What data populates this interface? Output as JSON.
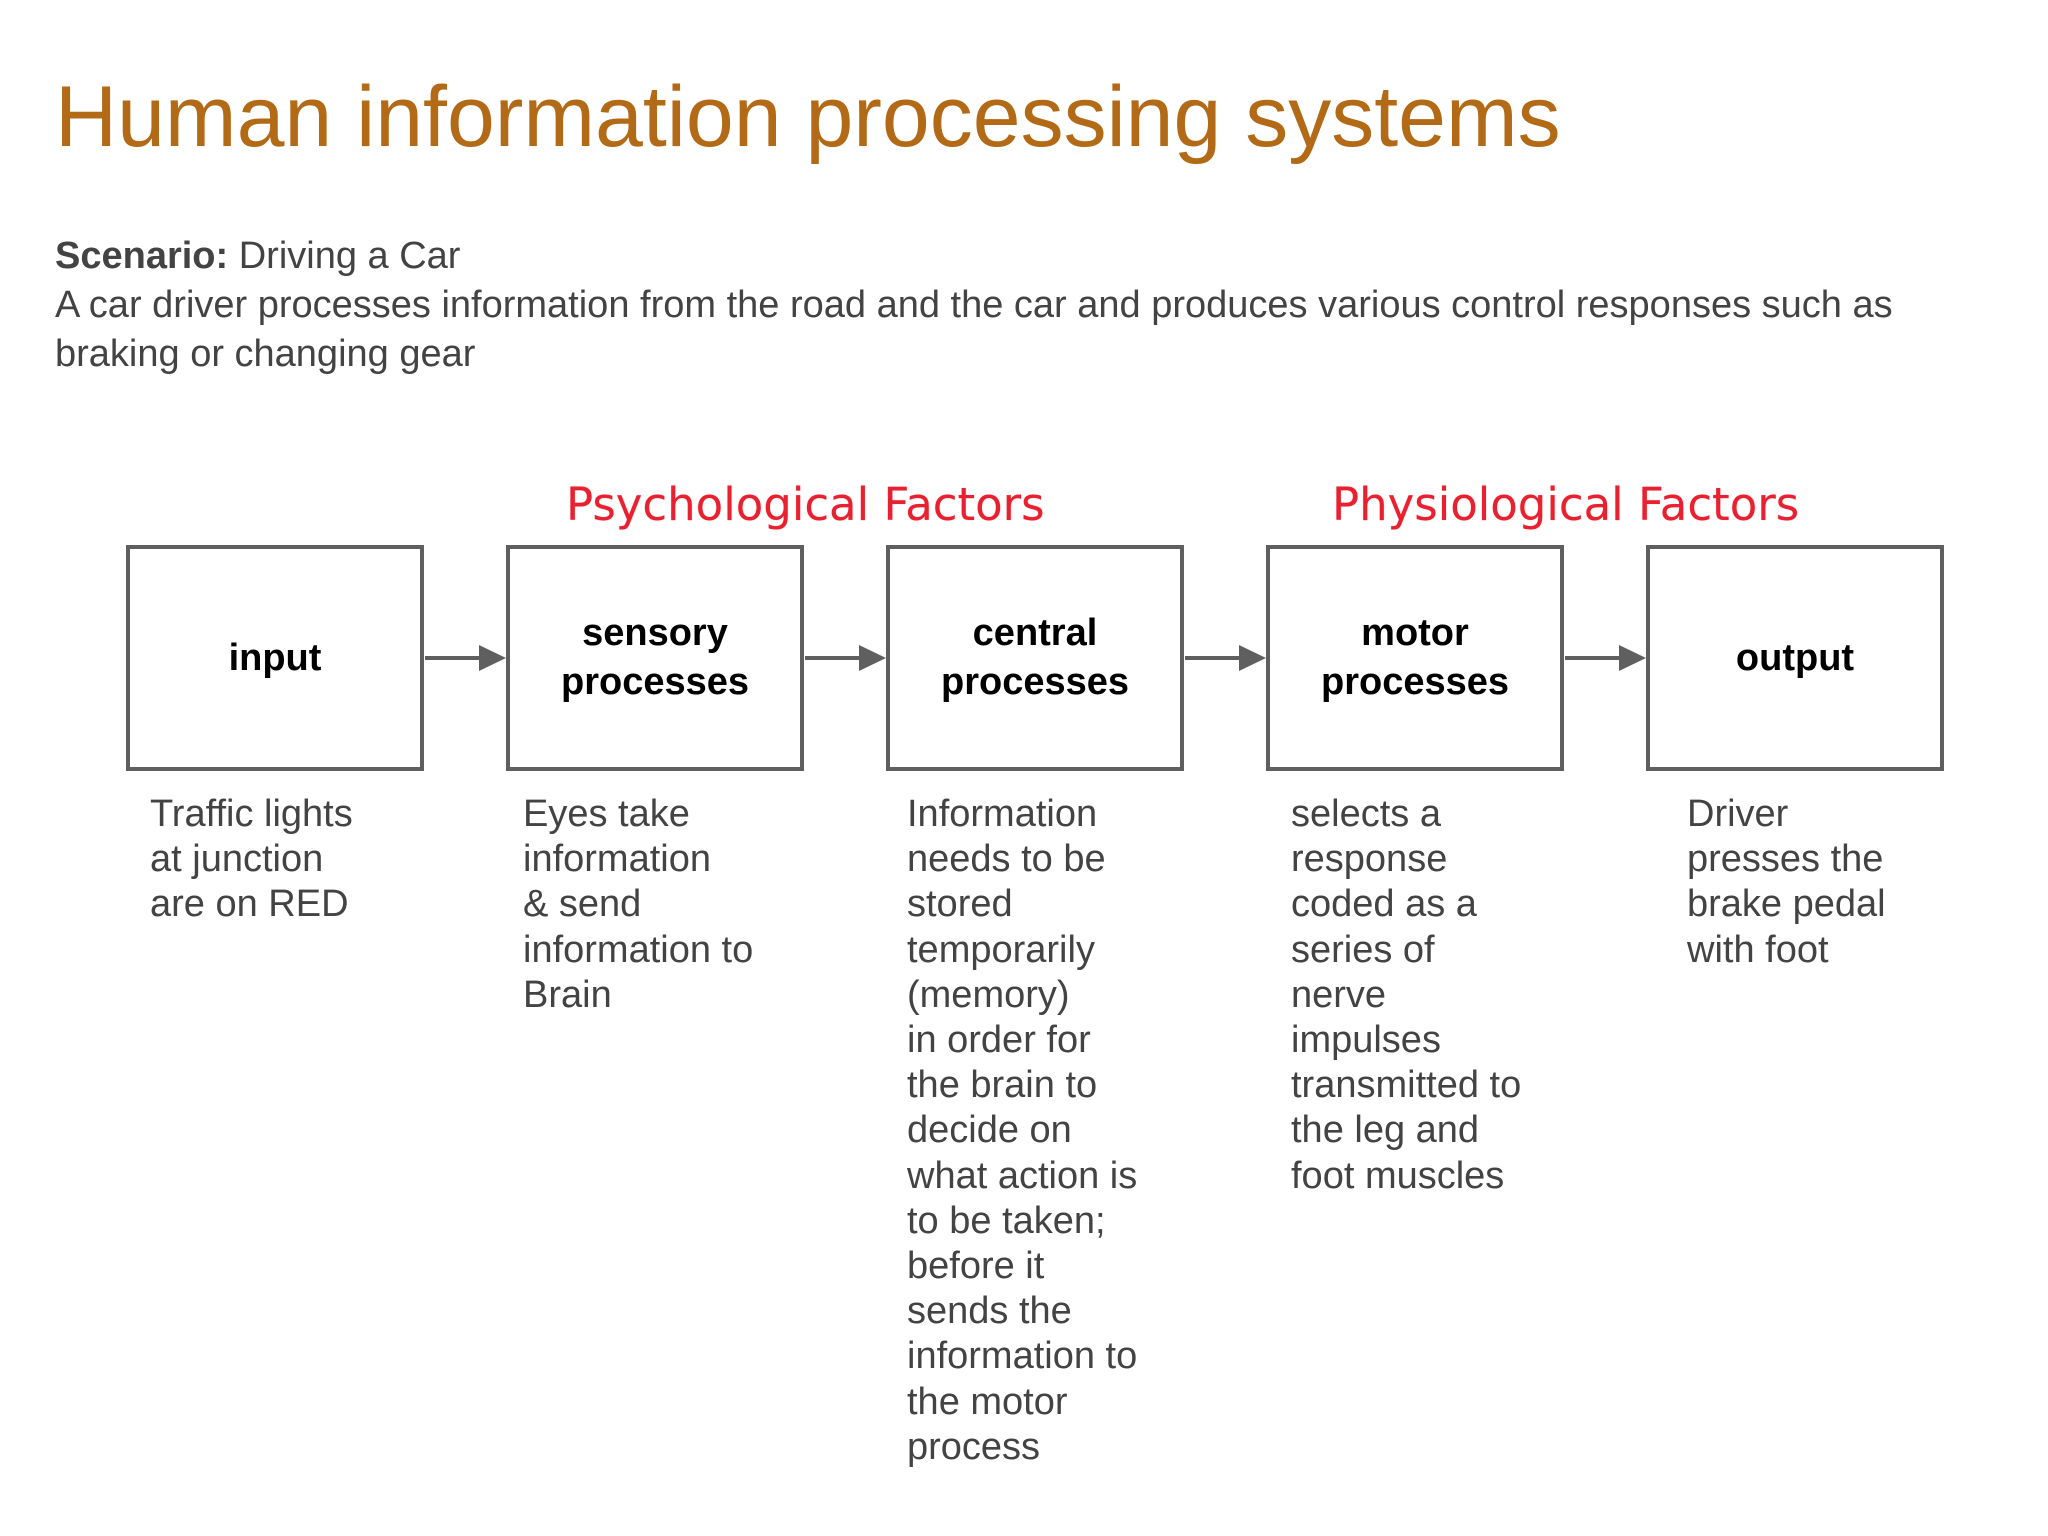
{
  "title": "Human information processing systems",
  "scenario": {
    "label": "Scenario:",
    "name": "Driving a Car",
    "description": "A car driver processes information from the road and the car and produces various control responses such as braking or changing gear"
  },
  "factors": {
    "psychological": "Psychological Factors",
    "physiological": "Physiological Factors"
  },
  "stages": [
    {
      "label": "input",
      "description": "Traffic lights\nat junction\nare on RED"
    },
    {
      "label": "sensory\nprocesses",
      "description": "Eyes take\ninformation\n& send\ninformation to\nBrain"
    },
    {
      "label": "central\nprocesses",
      "description": "Information\nneeds to be\nstored\ntemporarily\n(memory)\nin order for\nthe brain to\ndecide on\nwhat action is\nto be taken;\nbefore it\nsends the\ninformation to\nthe motor\nprocess"
    },
    {
      "label": "motor\nprocesses",
      "description": "selects a\nresponse\ncoded as a\nseries of\nnerve\nimpulses\ntransmitted to\nthe leg and\nfoot muscles"
    },
    {
      "label": "output",
      "description": "Driver\npresses the\nbrake pedal\nwith foot"
    }
  ],
  "colors": {
    "title": "#b36a16",
    "factors": "#e8202f",
    "box_border": "#5f5f5f",
    "text": "#434343"
  }
}
